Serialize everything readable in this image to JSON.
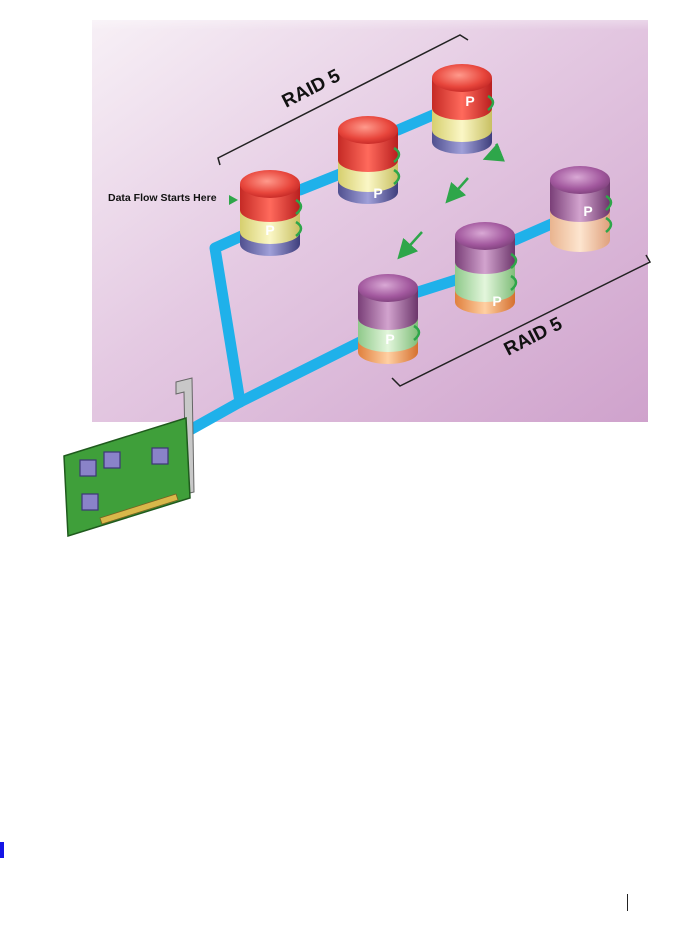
{
  "diagram": {
    "annotation": "Data Flow Starts Here",
    "span_labels": [
      "RAID 5",
      "RAID 5"
    ],
    "parity_marker": "P",
    "colors": {
      "background": "#e7cde4",
      "cable": "#1fb1ea",
      "arrow": "#2ea64a",
      "board": "#3f9f3a",
      "bracket": "#b8b8b8"
    }
  },
  "page": {
    "edge_marker_color": "#1515e6"
  }
}
